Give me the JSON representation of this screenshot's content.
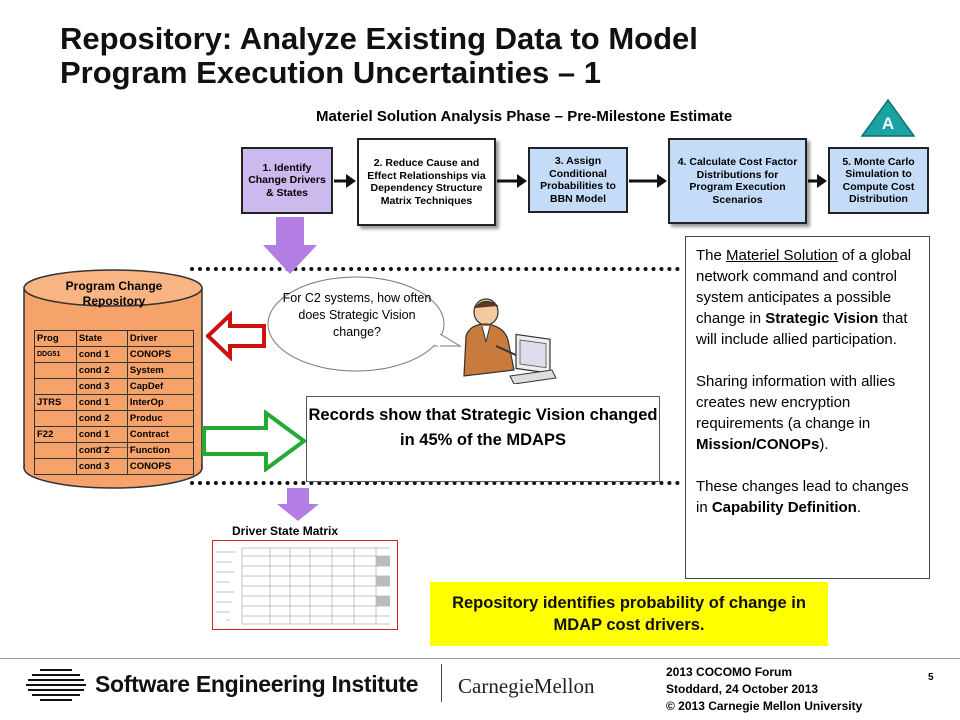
{
  "slide": {
    "title_line1": "Repository: Analyze Existing Data to Model",
    "title_line2": "Program Execution Uncertainties – 1",
    "subtitle": "Materiel Solution Analysis Phase – Pre-Milestone Estimate",
    "badge": "A"
  },
  "steps": [
    {
      "label": "1. Identify Change Drivers & States"
    },
    {
      "label": "2. Reduce Cause and Effect Relationships via Dependency Structure  Matrix Techniques"
    },
    {
      "label": "3. Assign Conditional Probabilities to BBN Model"
    },
    {
      "label": "4. Calculate Cost Factor Distributions for Program Execution Scenarios"
    },
    {
      "label": "5. Monte Carlo Simulation to Compute Cost Distribution"
    }
  ],
  "repository": {
    "title_line1": "Program Change",
    "title_line2": "Repository",
    "headers": [
      "Prog",
      "State",
      "Driver"
    ],
    "rows": [
      [
        "DDG51",
        "cond 1",
        "CONOPS"
      ],
      [
        "",
        "cond 2",
        "System"
      ],
      [
        "",
        "cond 3",
        "CapDef"
      ],
      [
        "JTRS",
        "cond 1",
        "InterOp"
      ],
      [
        "",
        "cond 2",
        "Produc"
      ],
      [
        "F22",
        "cond 1",
        "Contract"
      ],
      [
        "",
        "cond 2",
        "Function"
      ],
      [
        "",
        "cond 3",
        "CONOPS"
      ]
    ]
  },
  "callout": "For C2 systems, how often does Strategic Vision change?",
  "records": "Records show that Strategic Vision changed in 45% of the MDAPS",
  "description": {
    "p1_pre": "The ",
    "p1_link": "Materiel Solution",
    "p1_mid": " of a global network command and control system anticipates a possible change in ",
    "p1_bold": "Strategic Vision",
    "p1_post": " that will include allied participation.",
    "p2_pre": "Sharing information with allies creates new encryption requirements (a change in ",
    "p2_bold": "Mission/CONOPs",
    "p2_post": ").",
    "p3_pre": "These changes lead to changes in ",
    "p3_bold": "Capability Definition",
    "p3_post": "."
  },
  "dsm_title": "Driver State Matrix",
  "highlight": "Repository identifies probability of change in MDAP cost drivers.",
  "footer": {
    "sei": "Software Engineering Institute",
    "cmu": "CarnegieMellon",
    "forum": "2013 COCOMO Forum",
    "presenter": "Stoddard, 24 October 2013",
    "copyright": "© 2013 Carnegie Mellon University",
    "page": "5"
  },
  "colors": {
    "step_purple": "#ccb9ee",
    "step_blue": "#c5dcf9",
    "cylinder": "#f5a36b",
    "highlight": "#ffff00",
    "arrow_red": "#cc1111",
    "arrow_green": "#22aa33",
    "arrow_purple": "#b27ee3",
    "badge_teal": "#1aa3a3"
  }
}
